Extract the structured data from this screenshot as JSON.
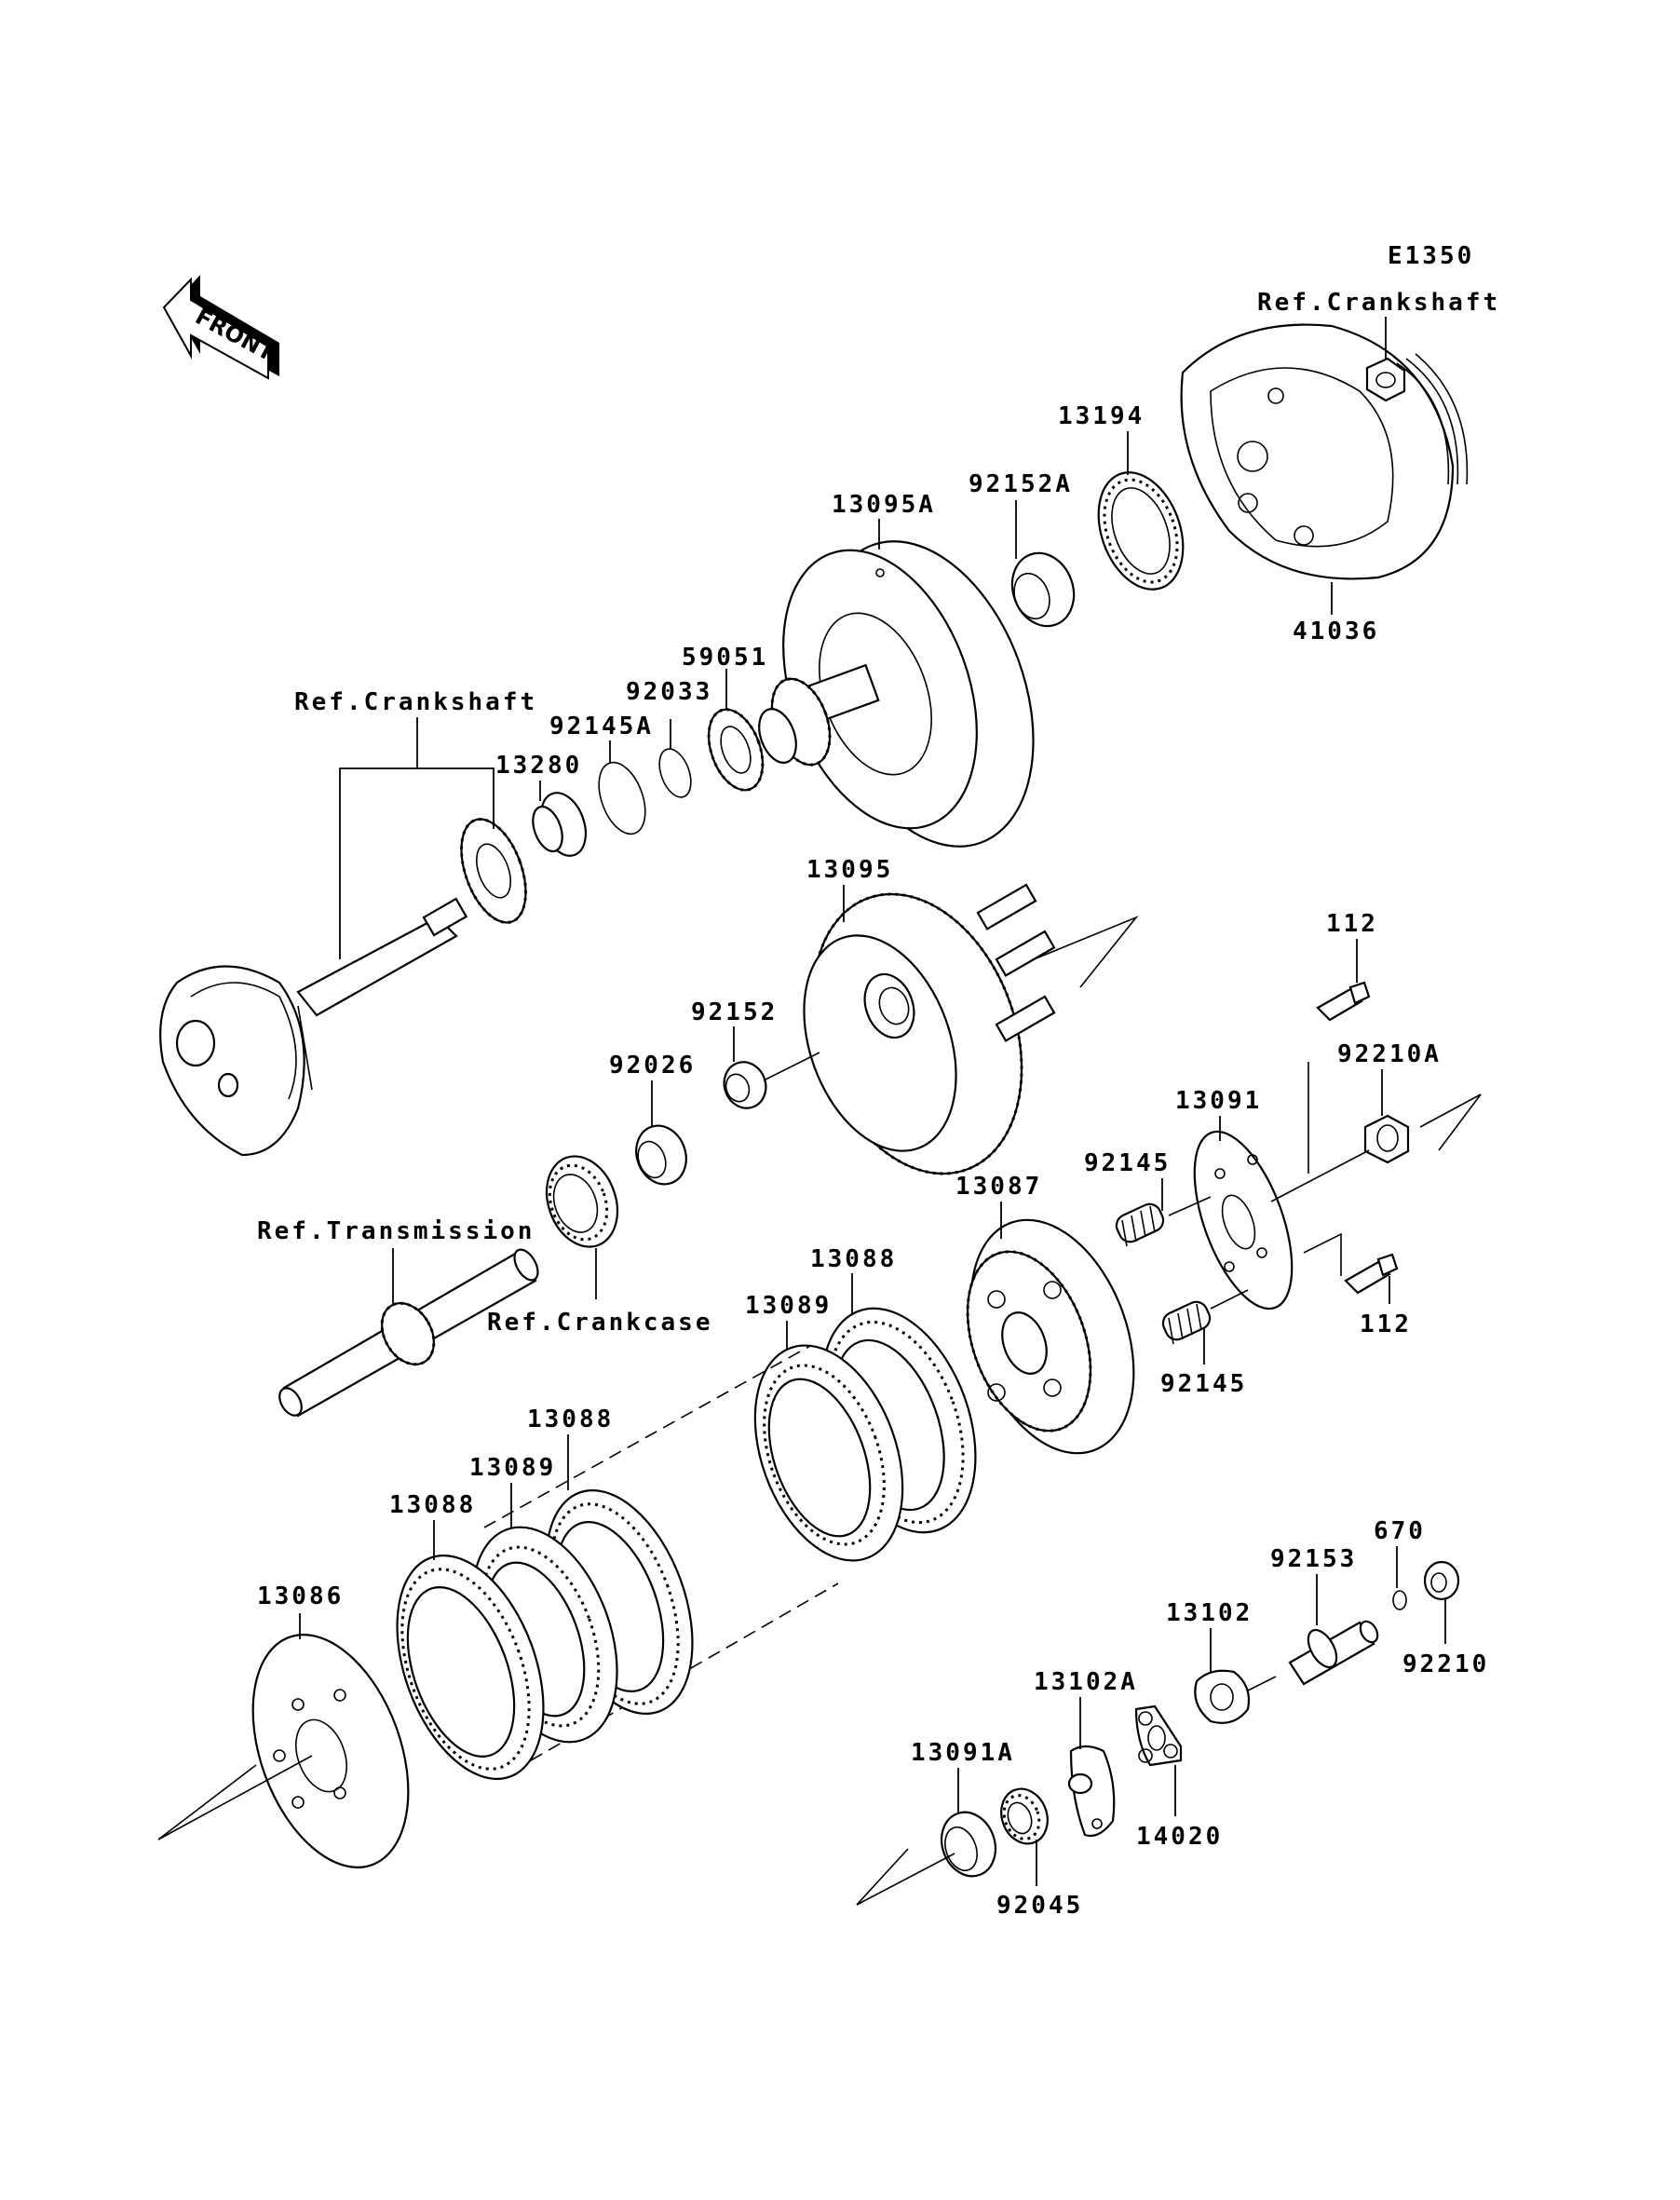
{
  "diagram": {
    "code": "E1350",
    "front_arrow_text": "FRONT",
    "labels": {
      "ref_crankshaft_top": "Ref.Crankshaft",
      "p41036": "41036",
      "p13194": "13194",
      "p92152A": "92152A",
      "p13095A": "13095A",
      "p59051": "59051",
      "p92033": "92033",
      "p92145A": "92145A",
      "p13280": "13280",
      "ref_crankshaft_left": "Ref.Crankshaft",
      "p13095": "13095",
      "p92152": "92152",
      "p92026": "92026",
      "ref_transmission": "Ref.Transmission",
      "ref_crankcase": "Ref.Crankcase",
      "p112_top": "112",
      "p92210A": "92210A",
      "p13091": "13091",
      "p92145_top": "92145",
      "p13087": "13087",
      "p112_bottom": "112",
      "p92145_bottom": "92145",
      "p13088_mid": "13088",
      "p13089_mid": "13089",
      "p13088_low_right": "13088",
      "p13089_low": "13089",
      "p13088_low_left": "13088",
      "p13086": "13086",
      "p670": "670",
      "p92153": "92153",
      "p92210": "92210",
      "p13102": "13102",
      "p13102A": "13102A",
      "p14020": "14020",
      "p13091A": "13091A",
      "p92045": "92045"
    }
  }
}
